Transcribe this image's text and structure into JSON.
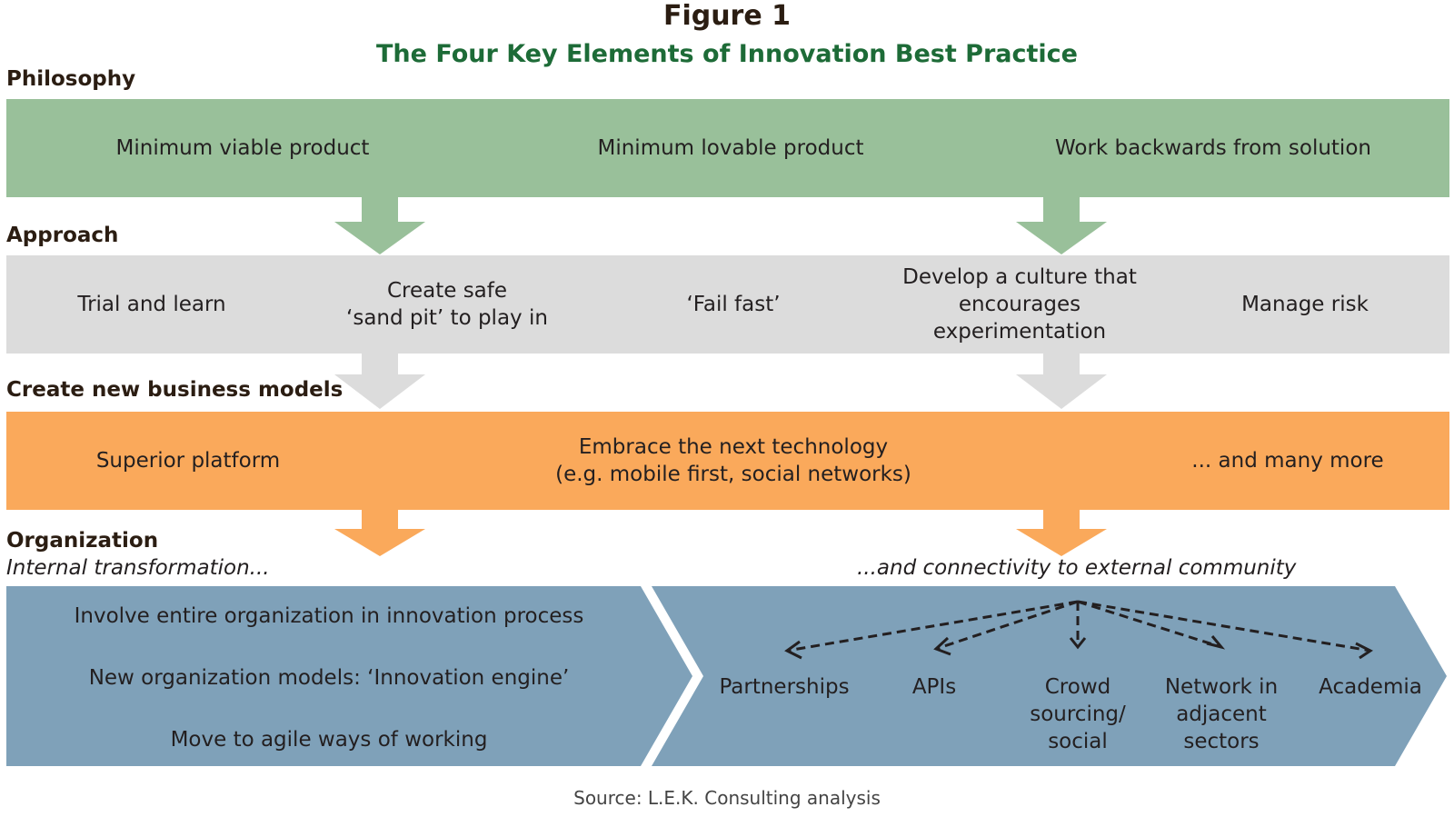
{
  "figure": {
    "number": "Figure 1",
    "title": "The Four Key Elements of Innovation Best Practice"
  },
  "philosophy": {
    "label": "Philosophy",
    "items": [
      "Minimum viable product",
      "Minimum lovable product",
      "Work backwards from solution"
    ]
  },
  "approach": {
    "label": "Approach",
    "items": [
      "Trial and learn",
      "Create safe\n‘sand pit’ to play in",
      "‘Fail fast’",
      "Develop a culture that\nencourages\nexperimentation",
      "Manage risk"
    ]
  },
  "business_models": {
    "label": "Create new business models",
    "items": [
      "Superior platform",
      "Embrace the next technology\n(e.g. mobile first, social networks)",
      "... and many more"
    ]
  },
  "organization": {
    "label": "Organization",
    "internal_label": "Internal transformation...",
    "external_label": "...and connectivity to external community",
    "internal_items": [
      "Involve entire organization in innovation process",
      "New organization models: ‘Innovation engine’",
      "Move to agile ways of working"
    ],
    "external_items": [
      "Partnerships",
      "APIs",
      "Crowd\nsourcing/\nsocial",
      "Network in\nadjacent\nsectors",
      "Academia"
    ]
  },
  "source": "Source: L.E.K. Consulting analysis",
  "colors": {
    "philosophy": "#99c09a",
    "approach": "#dcdcdc",
    "business_models": "#faa95b",
    "organization": "#7fa1b9",
    "title": "#1d6b37"
  }
}
